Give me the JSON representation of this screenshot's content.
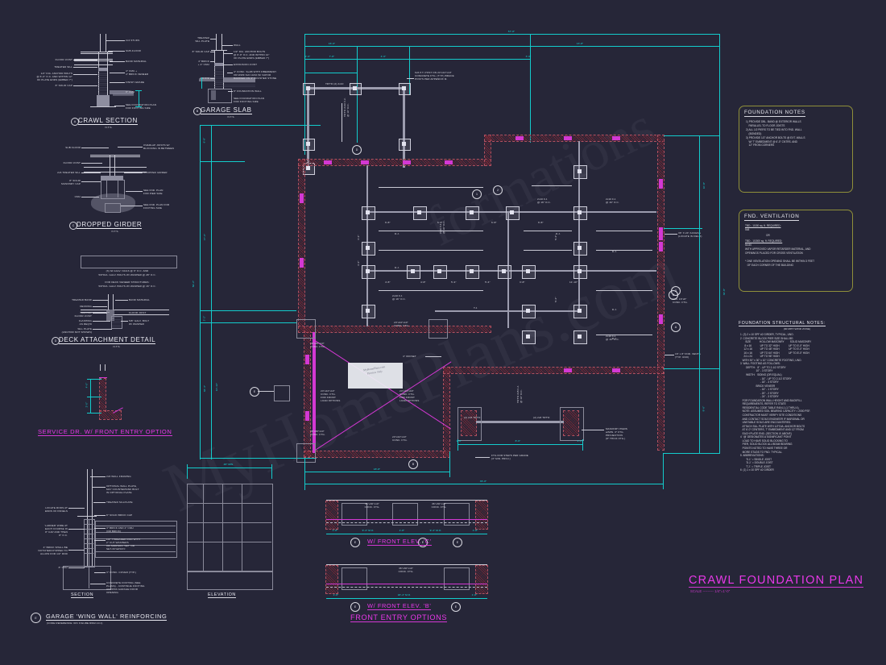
{
  "sheet": {
    "title": "CRAWL FOUNDATION PLAN",
    "scale": "SCALE --------- 1/4\"=1'-0\"",
    "background": "#262638",
    "accent_cyan": "#13cccc",
    "accent_magenta": "#d338d3",
    "accent_yellow": "#8f8f3a",
    "watermark": "MyHomePlans.com"
  },
  "details": {
    "crawl_section": {
      "tag": "A",
      "title": "CRAWL SECTION",
      "subtitle": "N.T.S.",
      "labels_right": [
        "2x4 STUDS",
        "SUB-FLOOR",
        "BAND MATERIAL",
        "4\" CMU +\n4\" BRICK VENEER",
        "FINISH GRADE",
        "8\" CMU",
        "SEE FOUNDATION PLAN\nFOR FOOTING SIZE"
      ],
      "labels_left": [
        "FLOOR JOIST",
        "TREATED SILL",
        "1/2\" DIA. ANCHOR BOLTS\n@ 6'-0\" O.C. AND WITHIN 12\"\nOF PLATE ENDS (EMBED 7\")",
        "8\" SOLID CAP"
      ]
    },
    "garage_slab": {
      "tag": "B",
      "title": "GARAGE SLAB",
      "subtitle": "N.T.S.",
      "labels_right": [
        "WALL",
        "1/2\" DIA. ANCHOR BOLTS\n@ 6'-0\" O.C. AND WITHIN 12\"\nOF PLATE ENDS (EMBED 7\")",
        "EXPANSION JOINT",
        "4\" CONC. SLAB WITH FIBERMESH\nOR WWF 6x6 10/10 W/ VAPOR\nBARRIER ON 4\" CRUSHED STONE",
        "8\" FOUNDATION WALL",
        "SEE FOUNDATION PLAN\nFOR FOOTING SIZE"
      ],
      "labels_left": [
        "TREATED\nSILL PLATE",
        "8\" SOLID CAP",
        "4\" BRICK\n+ 4\" CMU",
        "GRADE"
      ]
    },
    "dropped_girder": {
      "tag": "C",
      "title": "DROPPED GIRDER",
      "subtitle": "N.T.S.",
      "labels_left": [
        "SUB FLOOR",
        "FLOOR JOIST",
        "2x6 TREATED SILL",
        "8\" SOLID\nMASONRY CAP",
        "CMU"
      ],
      "labels_right": [
        "OVERLAP JOISTS W/\nBLOCKING IN BETWEEN",
        "DROPPED GIRDER",
        "SEE FND. PLAN\nFOR PIER SIZE",
        "SEE FND. PLAN FOR\nFOOTING SIZE"
      ]
    },
    "deck_attachment": {
      "tag": "D",
      "title": "DECK ATTACHMENT DETAIL",
      "subtitle": "N.T.S.",
      "notes_top": [
        "(3) 3d GALV. NAILS @ 6\" O.C. AND",
        "5/8\"DIA. GALV. BOLTS W/ WASHER @ 28\" O.C.",
        "FOR DECK VENEER STRUCTURES:",
        "5/8\"DIA. GALV. BOLTS W/ WASHER @ 16\" O.C."
      ],
      "labels_left": [
        "TREATED BAND",
        "DECKING",
        "TREATED\nFLOOR JOIST",
        "FLASHING\nAS REQ'D",
        "SILL PLATE\n(ANCHOR NOT SHOWN)"
      ],
      "labels_right": [
        "BAND MATERIAL",
        "FLOOR JOIST",
        "5/8\" GALV. BOLT\nW/ WASHER"
      ]
    },
    "service_door": {
      "title": "SERVICE DR. W/ FRONT ENTRY OPTION",
      "dims": [
        "4'-0\"",
        "2'-0\""
      ]
    },
    "wing_wall": {
      "tag": "E",
      "title": "GARAGE 'WING WALL' REINFORCING",
      "subtitle": "(CODE REFERENCE: IRC FIGURE R602.10.1)",
      "view_left": "SECTION",
      "view_right": "ELEVATION",
      "dim_top": "48\" MIN.",
      "labels_right": [
        "2x6 WALL FRAMING",
        "OPTIONAL WALL PLATE,\nMAY COUNTERSINK BOLT\nIN OPTIONAL PLATE",
        "TREATED SILLPLATE",
        "8\" SOLID BRICK CAP",
        "4\" BRICK AND 4\" CMU\n(OR BRICK)",
        "1/2\" THREADED ROD WITH\n2\" CUT WASHERS\nOR SIMPSON 'SET' OR\nSET-XP EPOXY.",
        "3\" CONC. COVER (TYP.)",
        "CONCRETE FOOTING (SEE\nPLANS) - CONTINUE FOOTING\nACROSS GARAGE DOOR\nOPENING"
      ],
      "labels_left": [
        "LOCATE RODS AT\nENDS OF PANELS",
        "'LADDER' WIRE AT\nEACH COURSE IN\n8\" CAP AND THEN\n8\" O.C.",
        "4\" BRICK SHALL BE\nNOTCHED/CHIPPED TO\nALLOW FOR 1/2\" ROD",
        "8\" CMU"
      ]
    }
  },
  "front_entry": {
    "group_title": "FRONT ENTRY OPTIONS",
    "options": [
      {
        "title": "W/ FRONT ELEV. 'C'",
        "footings": [
          "36\"x36\"x10\"\nCONC. FTG.",
          "36\"x36\"x10\"\nCONC. FTG."
        ],
        "dims": [
          "1'-8\"",
          "9'-4\" M.O.",
          "1'-8\"",
          "9'-4\" M.O.",
          "1'-8\""
        ],
        "tags": [
          "E",
          "E",
          "E"
        ]
      },
      {
        "title": "W/ FRONT ELEV. 'B'",
        "footings": [
          "36\"x36\"x10\"\nCONC. FTG."
        ],
        "dims": [
          "1'-8\"",
          "18'-4\" M.O.",
          "1'-8\""
        ],
        "tags": [
          "E",
          "E"
        ]
      }
    ]
  },
  "notes": {
    "foundation": {
      "title": "FOUNDATION NOTES",
      "items": [
        "1) PROVIDE DBL. BAND @ EXTERIOR WALLS\n    PARALLEL TO FLOOR JOISTS",
        "2) ALL 1/2 PIERS TO BE TIED INTO FND. WALL\n    (BONDED)",
        "3) PROVIDE 1/2\" ANCHOR BOLTS @ EXT. WALLS\n    W/ 7\" EMBEDMENT @ 6'-0\" CNTRS. AND\n    12\" FROM CORNERS"
      ]
    },
    "ventilation": {
      "title": "FND. VENTILATION",
      "lines": [
        "TBD - 1/150 sq. ft. REQUIRED:",
        "548",
        "OR",
        "TBD - 1/1500 sq. ft. REQUIRED:",
        "54.80",
        "WITH APPROVED VAPOR RETARDER MATERIAL, AND",
        "OPENINGS PLACED FOR CROSS VENTILATION",
        "* ONE VENTILATION OPENING SHALL BE WITHIN 3 FEET",
        "   OF EACH CORNER OF THE BUILDING"
      ]
    },
    "structural": {
      "title": "FOUNDATION STRUCTURAL NOTES:",
      "subtitle": "(90 MPH WIND ZONE)",
      "items": [
        "1  (3) 2 x 10 SPF #2 GIRDER, TYPICAL, UNO.",
        "2  CONCRETE BLOCK PIER SIZE SHALL BE:",
        "       SIZE            HOLLOW MASONRY        SOLID MASONRY",
        "      8 x 16            UP TO 32\" HIGH             UP TO 5'-0\" HIGH",
        "     12 x 16           UP TO 48\" HIGH             UP TO 5'-0\" HIGH",
        "     16 x 16           UP TO 64\" HIGH             UP TO 8'-0\" HIGH",
        "     24 x 24           UP TO 96\" HIGH",
        "   WITH 30\" x 30\" x 10\" CONCRETE FOOTING, UNO.",
        "3  WALL FOOTING AS FOLLOWS:",
        "        DEPTH:   8\" - UP TO 2-1/2 STORY",
        "                      10\" - 3 STORY",
        "        WIDTH:   SIDING (OR EQUAL)",
        "                            - 16\" - UP TO 2-1/2 STORY",
        "                            - 18\" - 3 STORY",
        "                      BRICK VENEER",
        "                            - 16\" - 1 STORY",
        "                            - 20\" - 2 STORY",
        "                            - 24\" - 3 STORY",
        "   FOR FOUNDATION WALL HEIGHT AND BACKFILL",
        "   REQUIREMENTS, REFER TO STATE",
        "   RESIDENTIAL CODE TABLE R404.1 (1 THRU 4).",
        "   NOTE: ASSUMED SOIL BEARING CAPACITY = 2000 PSF.",
        "   CONTRACTOR MUST VERIFY SITE CONDITIONS",
        "   AND CONTACT SOILS ENGINEER IF MARGINAL OR",
        "   UNSTABLE SOILS ARE ENCOUNTERED.",
        "   ATTACH SILL PLATE WITH 1/2\"DIA. ANCHOR BOLTS",
        "   AT 6'-0\" CENTERS, 7\" EMBEDMENT AND 12\" FROM",
        "   EACH PLATE END. (SECTION 'A' ABOVE)",
        "4  '@' DESIGNATES A SIGNIFICANT POINT",
        "   LOAD TO HAVE SOLID BLOCKING TO",
        "   PIER, SOLID BLOCK ALL BEAM BEARING",
        "   POINTS NOTED TO HAVE THREE OR",
        "   MORE STUDS TO FND. TYPICAL.",
        "5  ABBREVIATIONS:",
        "        'S.J.' = SINGLE JOIST",
        "        'D.J.' = DOUBLE JOIST",
        "        'T.J.' = TRIPLE JOIST",
        "6  (1) 1 x 10 SPF #2 GIRDER"
      ]
    }
  },
  "plan": {
    "callouts": [
      "6x6 P.T. POST ON 24\"x24\"x10\"\nCONCRETE FTG. (TYP.) BRACE\nPOSTS PER APPENDIX M.",
      "36\" X 24\" ACCESS\n(LOCATE IN FIELD)",
      "MIN. 16\"x8\"\nCONC. FTG.",
      "16\" x 8\" FND. VENTS\n(TYP. UNO)",
      "4\" OFFSET",
      "24\"x24\"x10\"\nCONC. FTG.\nFOR FRONT\nLOAD OPTIONS",
      "24\"x24\"x10\"\nCONC. FTG.\nFOR FRONT\nLOAD OPTIONS",
      "36\"x36\"x10\"\nCONC. FTG.",
      "36\"x36\"x10\"\nCONC. FTG.",
      "24\"x24\"x10\"\nCONC. FTG.",
      "24\"x24\"x10\"\nCONC. FTG.",
      "24\"x24\"x10\"\nCONC. FTG.",
      "MASONRY PIERS\nw/MIN. 3\" FTG.\nPROJECTION\n(8\" THICK FTG.)",
      "FTG FOR STEPS PER GRADE\n(3\" MIN. PROJ.)",
      "TRT'D (2) 2x10",
      "TRT'D 2x10 F.J.\n@ 16\" O.C.",
      "(2) 2x8 TRT'D",
      "(2) 2x8 TRT'D",
      "TRT'D 2x8 F.J.\n@ 16\" O.C.",
      "2x10 F.J.\n@ 16\" O.C.",
      "2x10 F.J.\n@ 16\" O.C.",
      "2x10 F.J.\n@ 16\" O.C.",
      "2x10 F.J.\n@ 16\" O.C.",
      "2x10 F.J.\n@ 16\" O.C.",
      "D.J.",
      "D.J.",
      "D.J.",
      "D.J.",
      "D.J.",
      "D.J.",
      "T.J.",
      "48\" MAX."
    ],
    "dimensions_top": [
      "57'-8\"",
      "16'-0\"",
      "13'-8\"",
      "28'-0\"",
      "2'-6\"",
      "7'-8\"",
      "4'-6\"",
      "3'-6\""
    ],
    "dimensions_left": [
      "6'-8\"",
      "17'-0\"",
      "2'-2\"",
      "10'-10\"",
      "4'-6\"",
      "32'-4\"",
      "56'-2\""
    ],
    "dimensions_right": [
      "10'-8\"",
      "32'-8\"",
      "8'-6\""
    ],
    "dimensions_bottom": [
      "18'-8\"",
      "35'-8\"",
      "8'-6\"",
      "2'-8\"",
      "2'-8\"",
      "3'-8\""
    ],
    "dimensions_interior": [
      "6'-8\"",
      "6'-8\"",
      "6'-8\"",
      "6'-8\"",
      "4'-8\"",
      "4'-8\"",
      "5'-4\"",
      "5'-4\"",
      "3'-8\"",
      "11'-10\"",
      "5'-2\"",
      "5'-2\"",
      "4'-2\"",
      "4'-2\""
    ],
    "grid_bubbles": [
      "A",
      "B",
      "C",
      "D",
      "E",
      "1",
      "2",
      "3"
    ]
  }
}
